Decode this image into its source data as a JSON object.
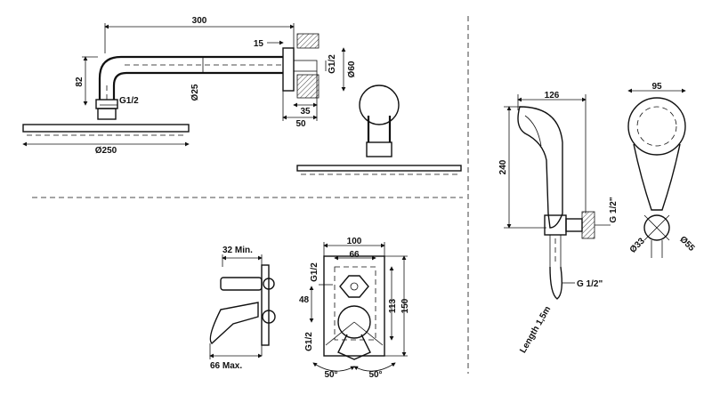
{
  "shower_arm_view": {
    "length": "300",
    "wall_offset": "15",
    "thread_wall": "G1/2",
    "drop": "82",
    "thread_head": "G1/2",
    "pipe_diameter": "Ø25",
    "flange_diameter": "Ø60",
    "flange_depth": "35",
    "flange_total": "50",
    "head_diameter": "Ø250"
  },
  "mixer_side_view": {
    "min_depth": "32 Min.",
    "max_depth": "66 Max."
  },
  "mixer_front_view": {
    "width_outer": "100",
    "width_inner": "66",
    "thread_top": "G1/2",
    "offset": "48",
    "height_inner": "113",
    "height_outer": "150",
    "thread_bottom": "G1/2",
    "angle_left": "50°",
    "angle_right": "50°"
  },
  "hand_shower_view": {
    "head_width": "126",
    "handle_length": "240",
    "bracket_thread": "G 1/2\"",
    "hose_thread": "G 1/2\"",
    "hose_length": "Length 1,5m",
    "face_width": "95",
    "hose_diameter": "Ø33",
    "hose_outer_diameter": "Ø55"
  }
}
